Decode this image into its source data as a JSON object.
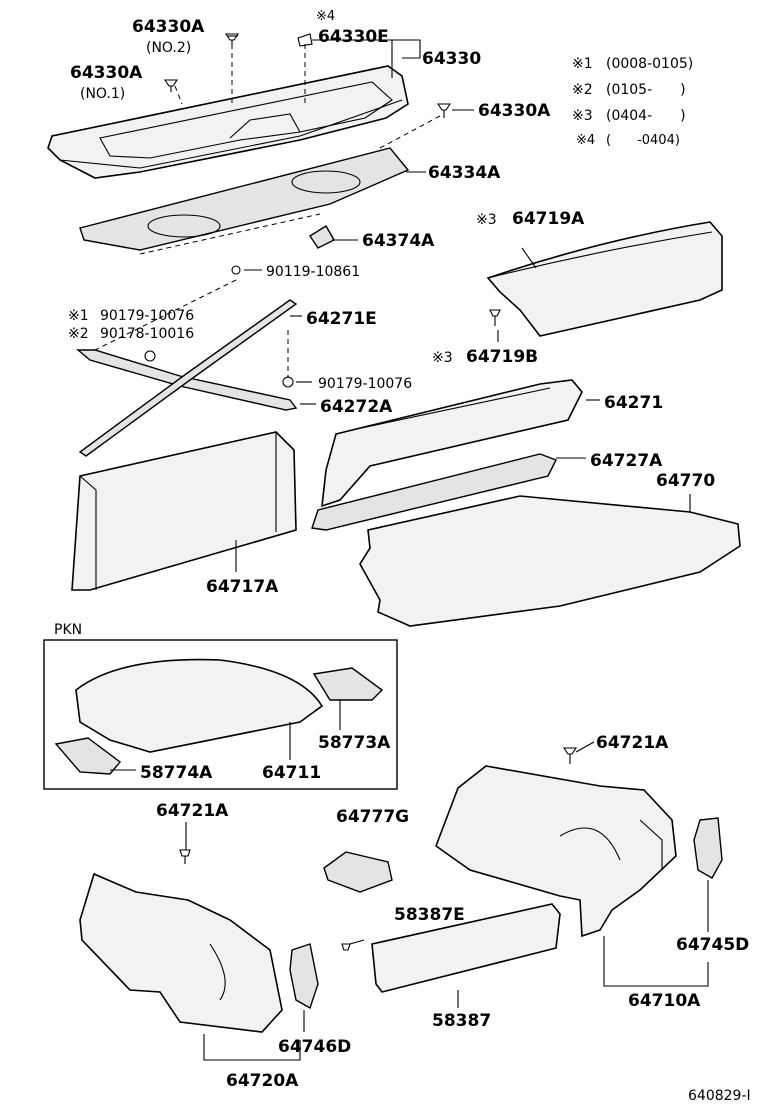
{
  "labels": {
    "p64330A_no2": "64330A",
    "no2": "(NO.2)",
    "note4_mark": "※4",
    "p64330E": "64330E",
    "p64330": "64330",
    "p64330A_no1": "64330A",
    "no1": "(NO.1)",
    "p64330A_right": "64330A",
    "p64334A": "64334A",
    "p64374A": "64374A",
    "p64719A": "64719A",
    "p64719A_mark": "※3",
    "p64719B": "64719B",
    "p64719B_mark": "※3",
    "p90119_10861": "90119-10861",
    "p90179_10076_a": "90179-10076",
    "p90179_10076_a_mark": "※1",
    "p90178_10016": "90178-10016",
    "p90178_10016_mark": "※2",
    "p64271E": "64271E",
    "p90179_10076_b": "90179-10076",
    "p64272A": "64272A",
    "p64271": "64271",
    "p64727A": "64727A",
    "p64770": "64770",
    "p64717A": "64717A",
    "pkn": "PKN",
    "p58773A": "58773A",
    "p58774A": "58774A",
    "p64711": "64711",
    "p64721A_right": "64721A",
    "p64721A_left": "64721A",
    "p64777G": "64777G",
    "p58387E": "58387E",
    "p58387": "58387",
    "p64745D": "64745D",
    "p64710A": "64710A",
    "p64746D": "64746D",
    "p64720A": "64720A",
    "figure_code": "640829-I"
  },
  "notes": [
    {
      "mark": "※1",
      "range": "(0008-0105)"
    },
    {
      "mark": "※2",
      "range": "(0105-　　)"
    },
    {
      "mark": "※3",
      "range": "(0404-　　)"
    },
    {
      "mark": "※4",
      "range": "(　　-0404)"
    }
  ]
}
